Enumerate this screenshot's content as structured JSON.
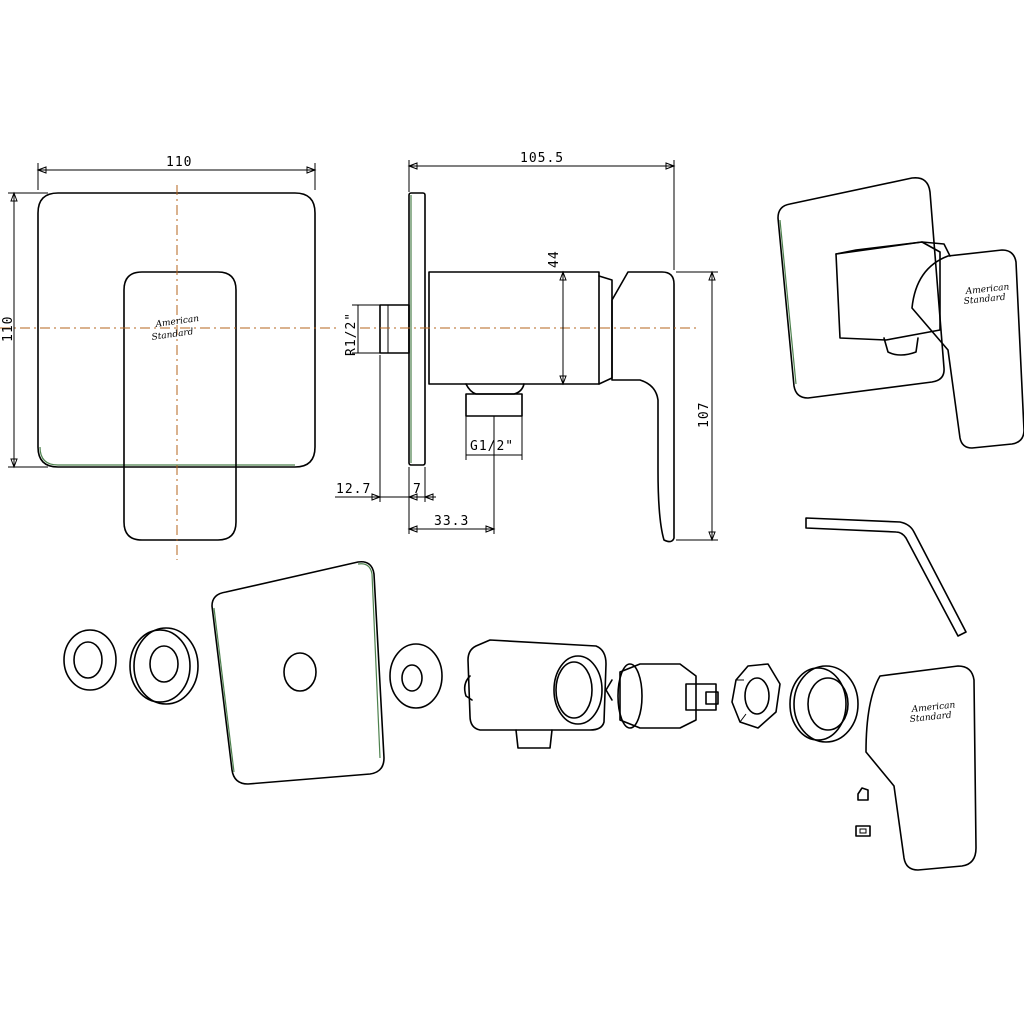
{
  "dimensions": {
    "front_width": "110",
    "front_height": "110",
    "side_depth": "105.5",
    "body_height": "44",
    "inlet_thread": "R1/2\"",
    "outlet_thread": "G1/2\"",
    "total_height": "107",
    "offset_a": "12.7",
    "offset_b": "7",
    "offset_c": "33.3"
  },
  "logo": {
    "brand_line1": "American",
    "brand_line2": "Standard"
  },
  "colors": {
    "line": "#000000",
    "centerline": "#b5651d",
    "edge_tint": "#2e6b2e",
    "background": "#ffffff"
  }
}
